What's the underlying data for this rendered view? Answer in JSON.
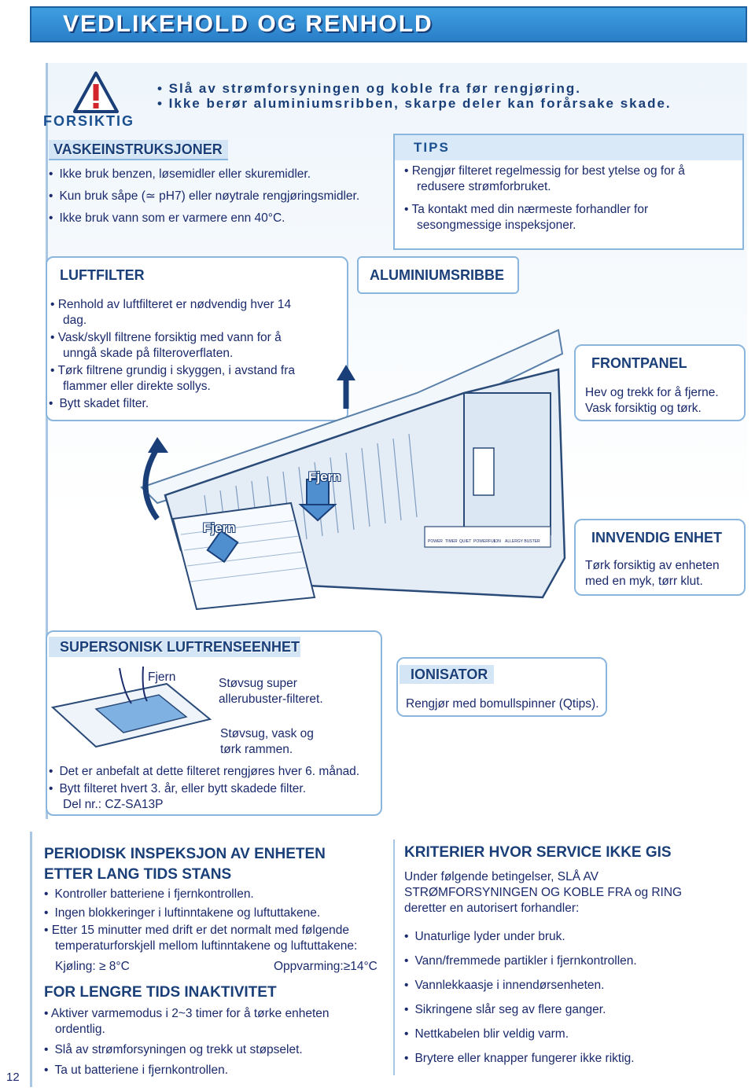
{
  "header": {
    "title": "VEDLIKEHOLD OG RENHOLD"
  },
  "warning": {
    "label": "FORSIKTIG",
    "lines": [
      "• Slå av strømforsyningen og koble fra før rengjøring.",
      "• Ikke berør aluminiumsribben, skarpe deler kan forårsake skade."
    ]
  },
  "wash": {
    "title": "VASKEINSTRUKSJONER",
    "items": [
      "Ikke bruk benzen, løsemidler eller skuremidler.",
      "Kun bruk såpe (≃ pH7) eller nøytrale rengjøringsmidler.",
      "Ikke bruk vann som er varmere enn 40°C."
    ]
  },
  "tips": {
    "title": "TIPS",
    "items": [
      "Rengjør filteret regelmessig for best ytelse og for å redusere strømforbruket.",
      "Ta kontakt med din nærmeste forhandler for sesongmessige inspeksjoner."
    ]
  },
  "airfilter": {
    "title": "LUFTFILTER",
    "items": [
      "Renhold av luftfilteret er nødvendig hver 14 dag.",
      "Vask/skyll filtrene forsiktig med vann for å unngå skade på filteroverflaten.",
      "Tørk filtrene grundig i skyggen, i avstand fra flammer eller direkte sollys.",
      "Bytt skadet filter."
    ]
  },
  "alu": {
    "title": "ALUMINIUMSRIBBE"
  },
  "frontpanel": {
    "title": "FRONTPANEL",
    "text": "Hev og trekk for å fjerne. Vask forsiktig og tørk."
  },
  "indoor": {
    "title": "INNVENDIG ENHET",
    "text": "Tørk forsiktig av enheten med en myk, tørr klut."
  },
  "diagram": {
    "remove_label_1": "Fjern",
    "remove_label_2": "Fjern",
    "panel_labels": [
      "POWER",
      "TIMER",
      "QUIET",
      "POWERFUL",
      "ION",
      "ALLERGY BUSTER"
    ]
  },
  "supersonic": {
    "title": "SUPERSONISK LUFTRENSEENHET",
    "remove": "Fjern",
    "note1": "Støvsug super allerubuster-filteret.",
    "note2": "Støvsug, vask og tørk rammen.",
    "items": [
      "Det er anbefalt at dette filteret rengjøres hver 6. månad.",
      "Bytt filteret hvert 3. år, eller bytt skadede filter."
    ],
    "part": "Del nr.: CZ-SA13P"
  },
  "ionizer": {
    "title": "IONISATOR",
    "text": "Rengjør med bomullspinner (Qtips)."
  },
  "periodic": {
    "title": "PERIODISK INSPEKSJON AV ENHETEN ETTER LANG TIDS STANS",
    "items": [
      "Kontroller batteriene i fjernkontrollen.",
      "Ingen blokkeringer i luftinntakene og luftuttakene.",
      "Etter 15 minutter med drift er det normalt med følgende temperaturforskjell mellom luftinntakene og luftuttakene:"
    ],
    "cooling": "Kjøling: ≥ 8°C",
    "heating": "Oppvarming:≥14°C"
  },
  "inactive": {
    "title": "FOR LENGRE TIDS INAKTIVITET",
    "items": [
      "Aktiver varmemodus i 2~3 timer for å tørke enheten ordentlig.",
      "Slå av strømforsyningen og trekk ut støpselet.",
      "Ta ut batteriene i fjernkontrollen."
    ]
  },
  "noservice": {
    "title": "KRITERIER HVOR SERVICE IKKE GIS",
    "intro": "Under følgende betingelser, SLÅ AV STRØMFORSYNINGEN OG KOBLE FRA og RING deretter en autorisert forhandler:",
    "items": [
      "Unaturlige lyder under bruk.",
      "Vann/fremmede partikler i fjernkontrollen.",
      "Vannlekkaasje i innendørsenheten.",
      "Sikringene slår seg av flere ganger.",
      "Nettkabelen blir veldig varm.",
      "Brytere eller knapper fungerer ikke riktig."
    ]
  },
  "page": {
    "number": "12"
  },
  "colors": {
    "header": "#2a7fc8",
    "accent": "#1a3f78",
    "panel": "#eef5fb",
    "border": "#8ab6de"
  }
}
